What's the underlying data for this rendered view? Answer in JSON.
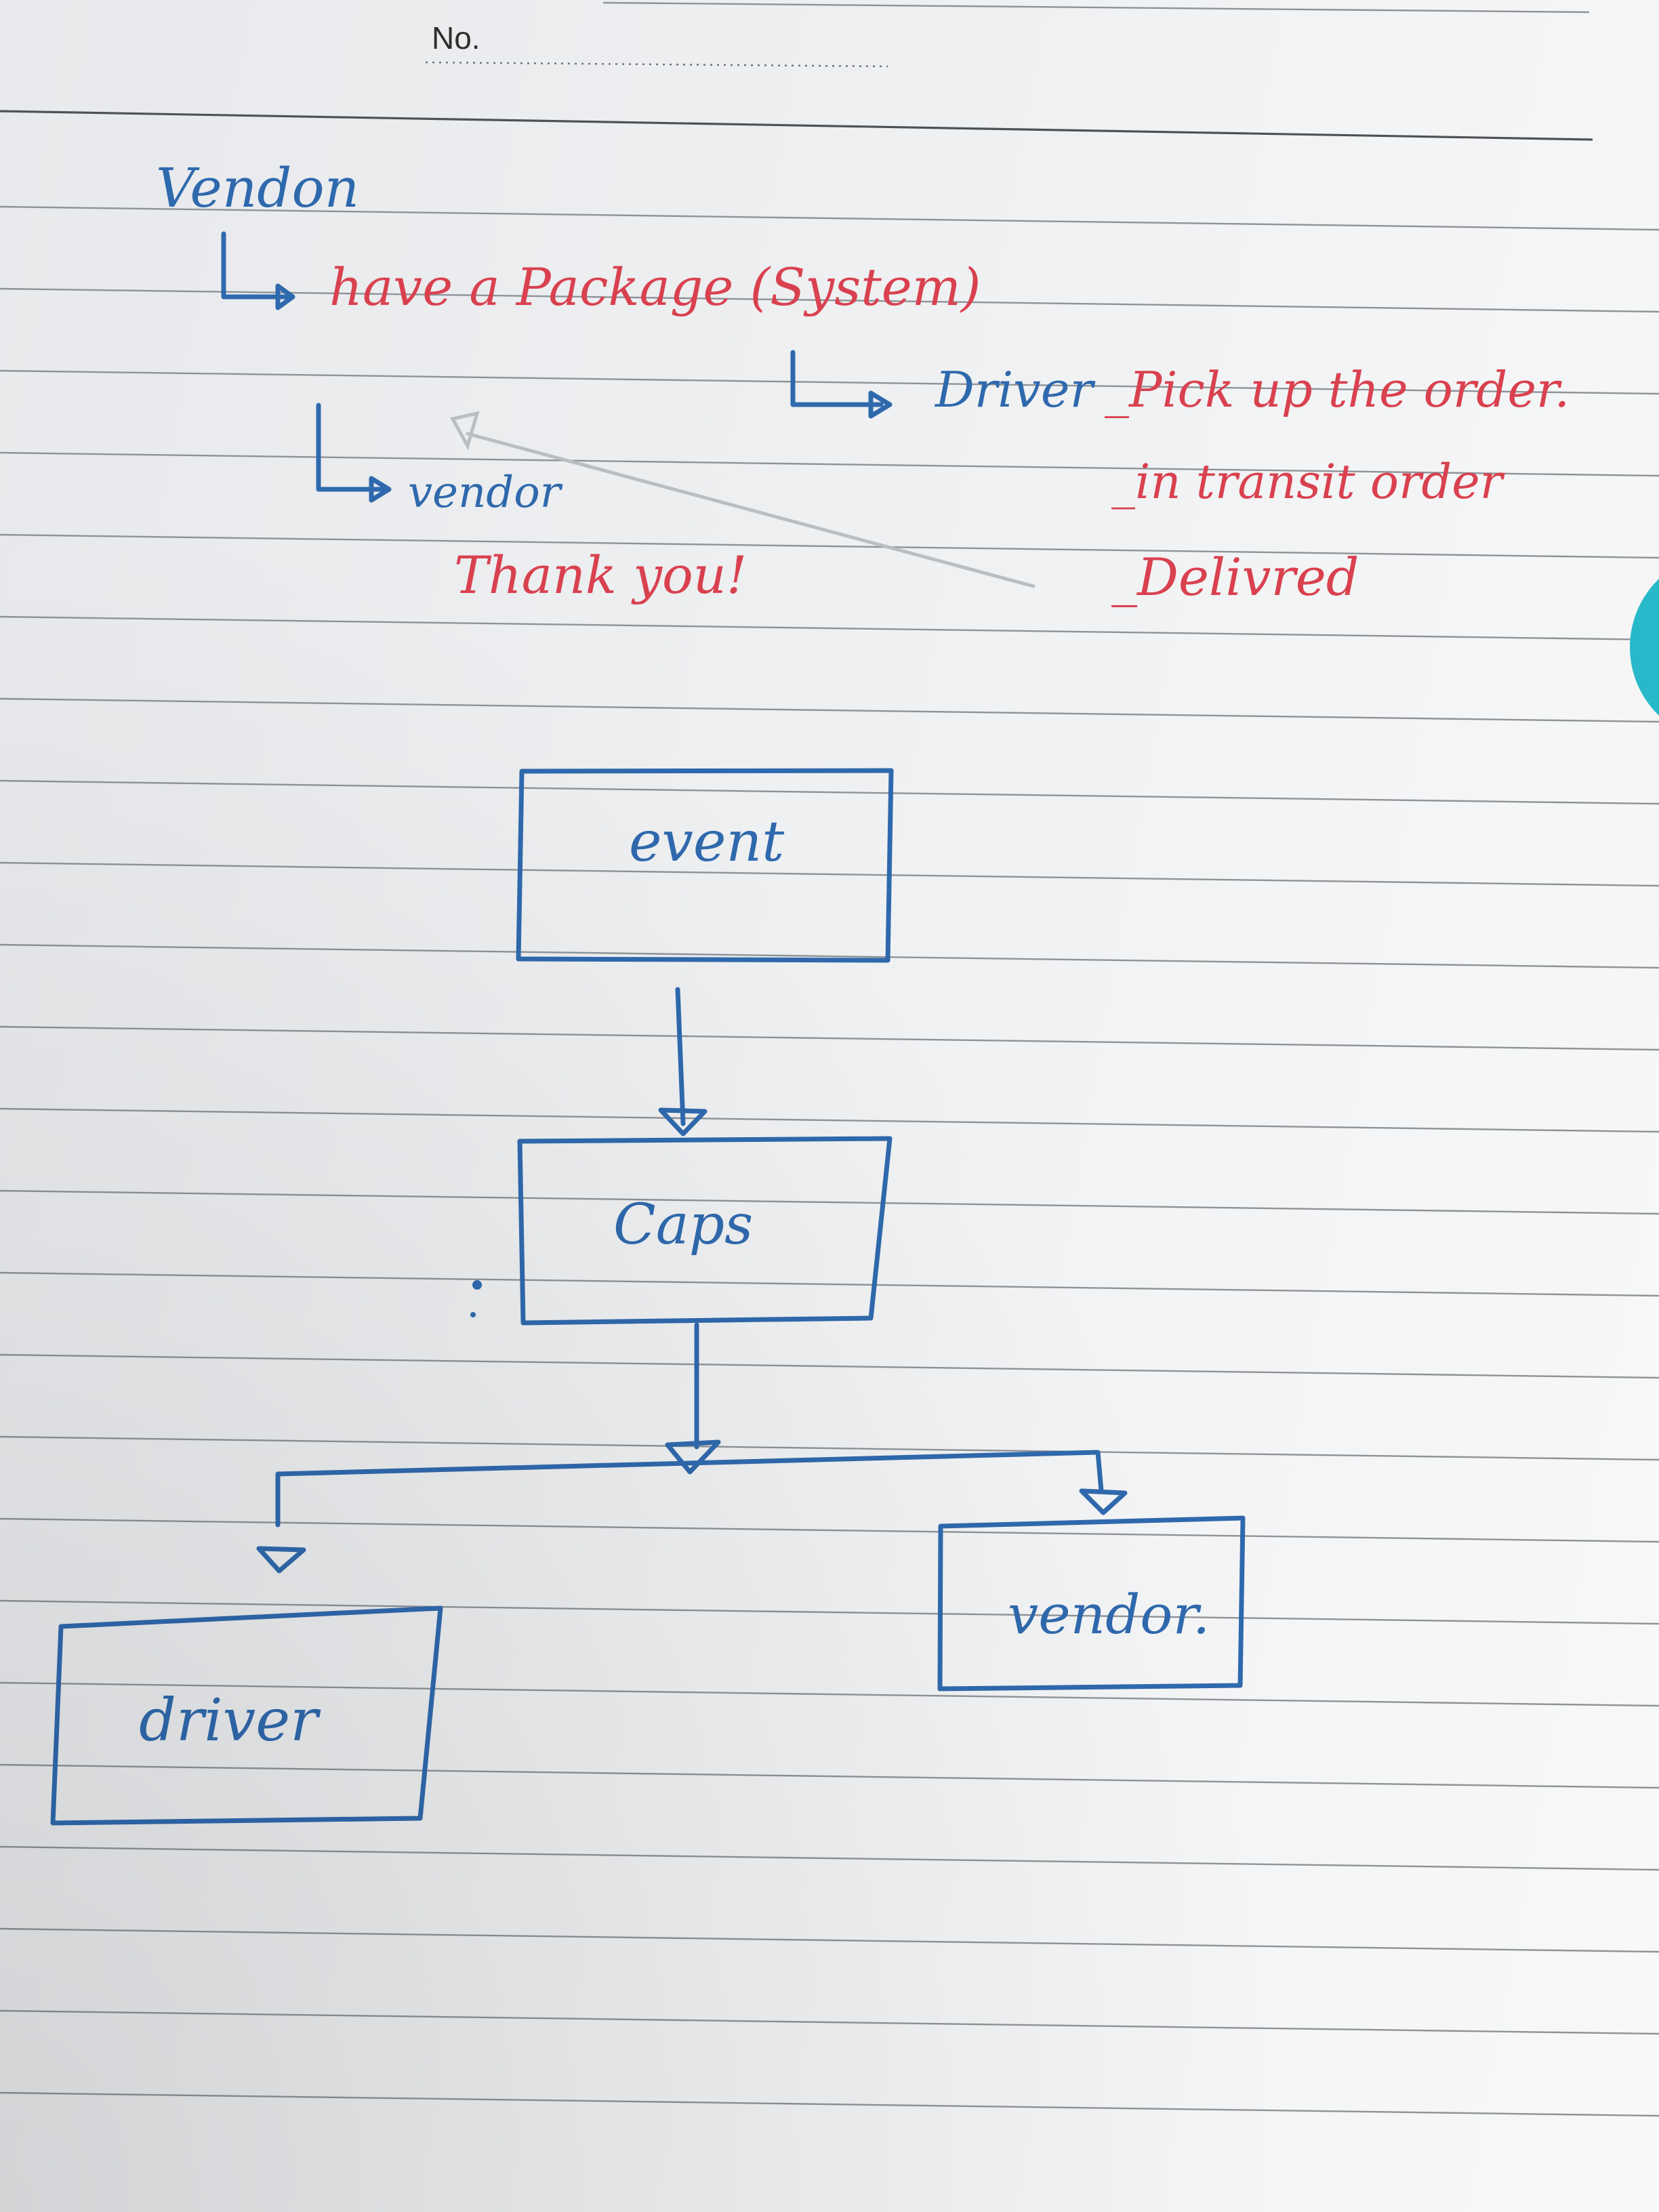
{
  "header": {
    "no_label": "No."
  },
  "notes": {
    "vendor_heading": "Vendon",
    "have_package": "have a Package (System)",
    "driver_label": "Driver",
    "pickup": "_Pick up the order.",
    "in_transit": "_in transit order",
    "delivered": "_Delivred",
    "vendor_label": "vendor",
    "thank_you": "Thank you!"
  },
  "diagram": {
    "boxes": {
      "event": "event",
      "caps": "Caps",
      "driver": "driver",
      "vendor": "vendor."
    }
  },
  "colors": {
    "blue_ink": "#2f69ad",
    "red_ink": "#d9414f",
    "teal_tab": "#27b9c9",
    "pencil": "#b9bec3"
  }
}
